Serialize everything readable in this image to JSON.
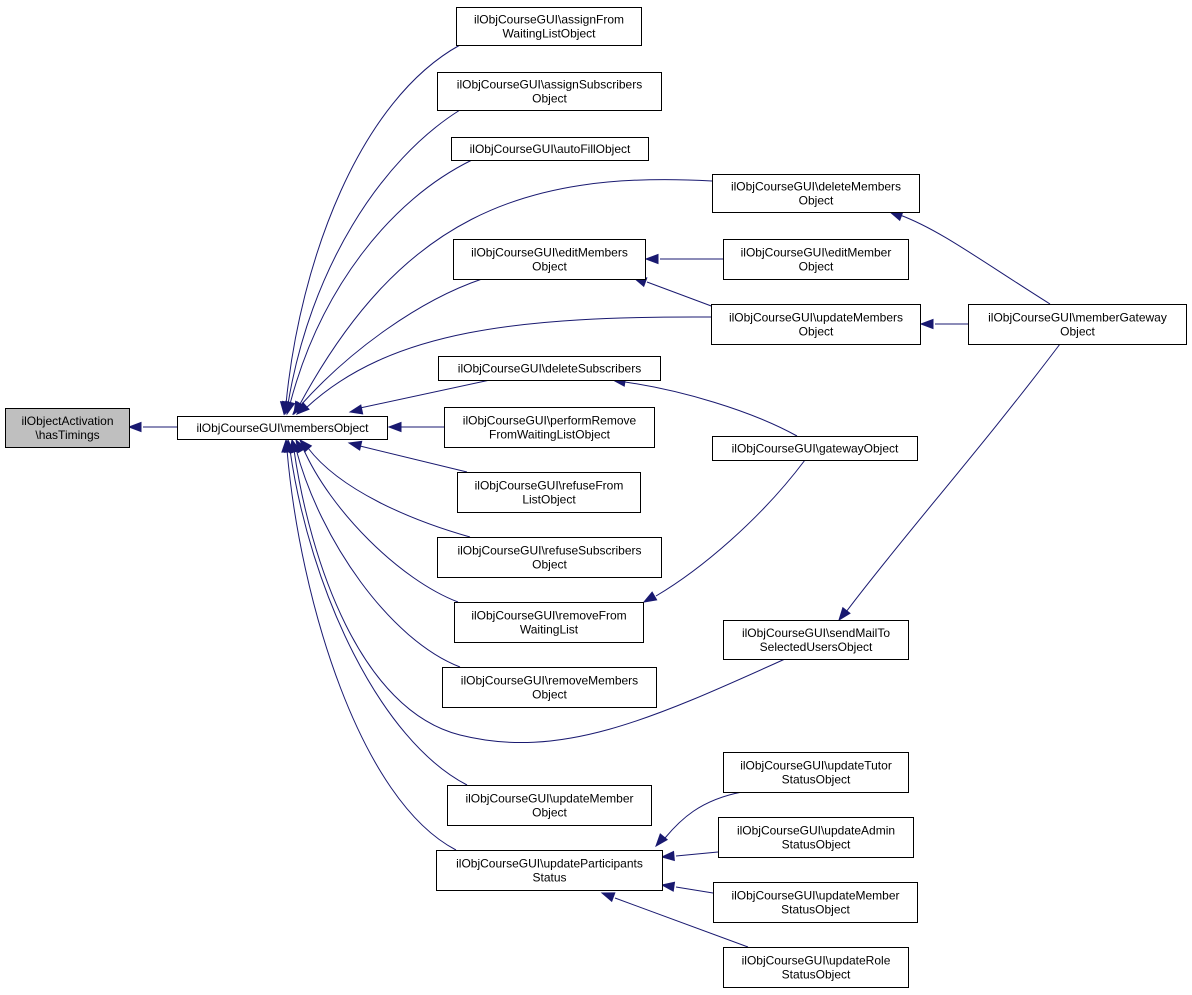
{
  "diagram": {
    "nodes": [
      {
        "id": "has_timings",
        "lines": [
          "ilObjectActivation",
          "\\hasTimings"
        ],
        "highlighted": true
      },
      {
        "id": "members_object",
        "lines": [
          "ilObjCourseGUI\\membersObject"
        ]
      },
      {
        "id": "assign_from_waiting",
        "lines": [
          "ilObjCourseGUI\\assignFrom",
          "WaitingListObject"
        ]
      },
      {
        "id": "assign_subscribers",
        "lines": [
          "ilObjCourseGUI\\assignSubscribers",
          "Object"
        ]
      },
      {
        "id": "auto_fill",
        "lines": [
          "ilObjCourseGUI\\autoFillObject"
        ]
      },
      {
        "id": "edit_members",
        "lines": [
          "ilObjCourseGUI\\editMembers",
          "Object"
        ]
      },
      {
        "id": "delete_subscribers",
        "lines": [
          "ilObjCourseGUI\\deleteSubscribers"
        ]
      },
      {
        "id": "perform_remove",
        "lines": [
          "ilObjCourseGUI\\performRemove",
          "FromWaitingListObject"
        ]
      },
      {
        "id": "refuse_from_list",
        "lines": [
          "ilObjCourseGUI\\refuseFrom",
          "ListObject"
        ]
      },
      {
        "id": "refuse_subscribers",
        "lines": [
          "ilObjCourseGUI\\refuseSubscribers",
          "Object"
        ]
      },
      {
        "id": "remove_from_waiting",
        "lines": [
          "ilObjCourseGUI\\removeFrom",
          "WaitingList"
        ]
      },
      {
        "id": "remove_members",
        "lines": [
          "ilObjCourseGUI\\removeMembers",
          "Object"
        ]
      },
      {
        "id": "update_member",
        "lines": [
          "ilObjCourseGUI\\updateMember",
          "Object"
        ]
      },
      {
        "id": "update_participants",
        "lines": [
          "ilObjCourseGUI\\updateParticipants",
          "Status"
        ]
      },
      {
        "id": "delete_members",
        "lines": [
          "ilObjCourseGUI\\deleteMembers",
          "Object"
        ]
      },
      {
        "id": "edit_member",
        "lines": [
          "ilObjCourseGUI\\editMember",
          "Object"
        ]
      },
      {
        "id": "update_members",
        "lines": [
          "ilObjCourseGUI\\updateMembers",
          "Object"
        ]
      },
      {
        "id": "gateway_object",
        "lines": [
          "ilObjCourseGUI\\gatewayObject"
        ]
      },
      {
        "id": "send_mail",
        "lines": [
          "ilObjCourseGUI\\sendMailTo",
          "SelectedUsersObject"
        ]
      },
      {
        "id": "update_tutor",
        "lines": [
          "ilObjCourseGUI\\updateTutor",
          "StatusObject"
        ]
      },
      {
        "id": "update_admin",
        "lines": [
          "ilObjCourseGUI\\updateAdmin",
          "StatusObject"
        ]
      },
      {
        "id": "update_member_status",
        "lines": [
          "ilObjCourseGUI\\updateMember",
          "StatusObject"
        ]
      },
      {
        "id": "update_role",
        "lines": [
          "ilObjCourseGUI\\updateRole",
          "StatusObject"
        ]
      },
      {
        "id": "member_gateway",
        "lines": [
          "ilObjCourseGUI\\memberGateway",
          "Object"
        ]
      }
    ],
    "edges": [
      {
        "from": "members_object",
        "to": "has_timings"
      },
      {
        "from": "assign_from_waiting",
        "to": "members_object"
      },
      {
        "from": "assign_subscribers",
        "to": "members_object"
      },
      {
        "from": "auto_fill",
        "to": "members_object"
      },
      {
        "from": "delete_members",
        "to": "members_object"
      },
      {
        "from": "edit_members",
        "to": "members_object"
      },
      {
        "from": "update_members",
        "to": "members_object"
      },
      {
        "from": "delete_subscribers",
        "to": "members_object"
      },
      {
        "from": "perform_remove",
        "to": "members_object"
      },
      {
        "from": "refuse_from_list",
        "to": "members_object"
      },
      {
        "from": "refuse_subscribers",
        "to": "members_object"
      },
      {
        "from": "remove_from_waiting",
        "to": "members_object"
      },
      {
        "from": "remove_members",
        "to": "members_object"
      },
      {
        "from": "send_mail",
        "to": "members_object"
      },
      {
        "from": "update_member",
        "to": "members_object"
      },
      {
        "from": "update_participants",
        "to": "members_object"
      },
      {
        "from": "edit_member",
        "to": "edit_members"
      },
      {
        "from": "update_members",
        "to": "edit_members"
      },
      {
        "from": "member_gateway",
        "to": "delete_members"
      },
      {
        "from": "member_gateway",
        "to": "update_members"
      },
      {
        "from": "gateway_object",
        "to": "delete_subscribers"
      },
      {
        "from": "gateway_object",
        "to": "remove_from_waiting"
      },
      {
        "from": "member_gateway",
        "to": "send_mail"
      },
      {
        "from": "update_tutor",
        "to": "update_participants"
      },
      {
        "from": "update_admin",
        "to": "update_participants"
      },
      {
        "from": "update_member_status",
        "to": "update_participants"
      },
      {
        "from": "update_role",
        "to": "update_participants"
      }
    ]
  }
}
